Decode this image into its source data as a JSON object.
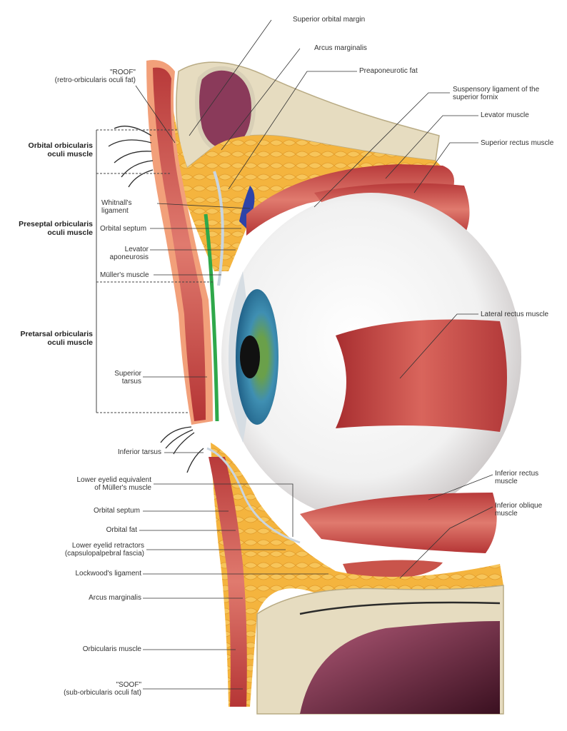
{
  "labels": {
    "superior_orbital_margin": "Superior orbital margin",
    "arcus_marginalis_upper": "Arcus marginalis",
    "preaponeurotic_fat": "Preaponeurotic fat",
    "roof": "\"ROOF\"\n(retro-orbicularis oculi fat)",
    "suspensory_ligament": "Suspensory ligament of the\nsuperior fornix",
    "levator_muscle": "Levator muscle",
    "superior_rectus": "Superior rectus muscle",
    "orbital_orbicularis": "Orbital orbicularis\noculi muscle",
    "whitnalls_ligament": "Whitnall's\nligament",
    "orbital_septum_upper": "Orbital septum",
    "preseptal_orbicularis": "Preseptal orbicularis\noculi muscle",
    "levator_aponeurosis": "Levator\naponeurosis",
    "mullers_muscle": "Müller's muscle",
    "lateral_rectus": "Lateral rectus muscle",
    "pretarsal_orbicularis": "Pretarsal orbicularis\noculi muscle",
    "superior_tarsus": "Superior\ntarsus",
    "inferior_tarsus": "Inferior tarsus",
    "lower_eyelid_mullers": "Lower eyelid equivalent\nof Müller's muscle",
    "inferior_rectus": "Inferior rectus\nmuscle",
    "orbital_septum_lower": "Orbital septum",
    "inferior_oblique": "Inferior oblique\nmuscle",
    "orbital_fat": "Orbital fat",
    "lower_eyelid_retractors": "Lower eyelid retractors\n(capsulopalpebral fascia)",
    "lockwoods_ligament": "Lockwood's ligament",
    "arcus_marginalis_lower": "Arcus marginalis",
    "orbicularis_muscle": "Orbicularis muscle",
    "soof": "\"SOOF\"\n(sub-orbicularis oculi fat)"
  }
}
